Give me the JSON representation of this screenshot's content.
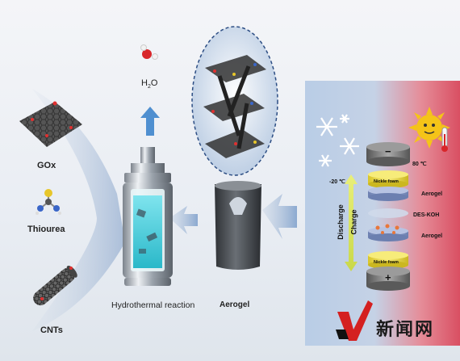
{
  "materials": {
    "gox_label": "GOx",
    "thiourea_label": "Thiourea",
    "cnts_label": "CNTs"
  },
  "water": {
    "label": "H",
    "sub": "2",
    "tail": "O"
  },
  "process": {
    "hydrothermal_label": "Hydrothermal reaction",
    "aerogel_label": "Aerogel"
  },
  "device": {
    "cold_temp": "-20 ℃",
    "hot_temp": "80 ℃",
    "minus_sign": "−",
    "plus_sign": "+",
    "layers": [
      "Nickle foam",
      "Aerogel",
      "DES-KOH",
      "Aerogel",
      "Nickle foam"
    ],
    "discharge_label": "Discharge",
    "charge_label": "Charge"
  },
  "watermark": {
    "text": "新闻网"
  },
  "colors": {
    "panel_cold": "#b9cde6",
    "panel_hot": "#e0606e",
    "arrow_blue": "#4f8fd0",
    "nickel_foam": "#f2e14a"
  }
}
